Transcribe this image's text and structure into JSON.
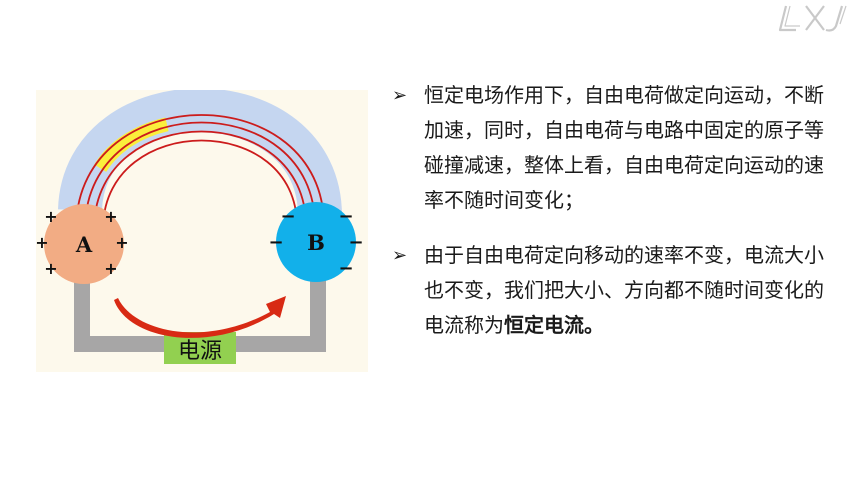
{
  "diagram": {
    "sphere_a_label": "A",
    "sphere_b_label": "B",
    "charge_a": "+",
    "charge_b": "−",
    "power_label": "电源",
    "colors": {
      "sphere_a": "#f2ac84",
      "sphere_b": "#12b0ea",
      "wire": "#a7a6a6",
      "power_box": "#92d050",
      "field_arrow": "#cc1c1c",
      "current_arrow": "#d82a14",
      "arch_band": "#c5d6f0",
      "highlight": "#fbef3c",
      "background": "#fdf9ec"
    }
  },
  "bullets": [
    {
      "text": "恒定电场作用下，自由电荷做定向运动，不断加速，同时，自由电荷与电路中固定的原子等碰撞减速，整体上看，自由电荷定向运动的速率不随时间变化；",
      "emphasis": ""
    },
    {
      "text": "由于自由电荷定向移动的速率不变，电流大小也不变，我们把大小、方向都不随时间变化的电流称为",
      "emphasis": "恒定电流。"
    }
  ],
  "icons": {
    "bullet": "arrow-bullet-icon",
    "logo": "lxj-logo-icon"
  }
}
